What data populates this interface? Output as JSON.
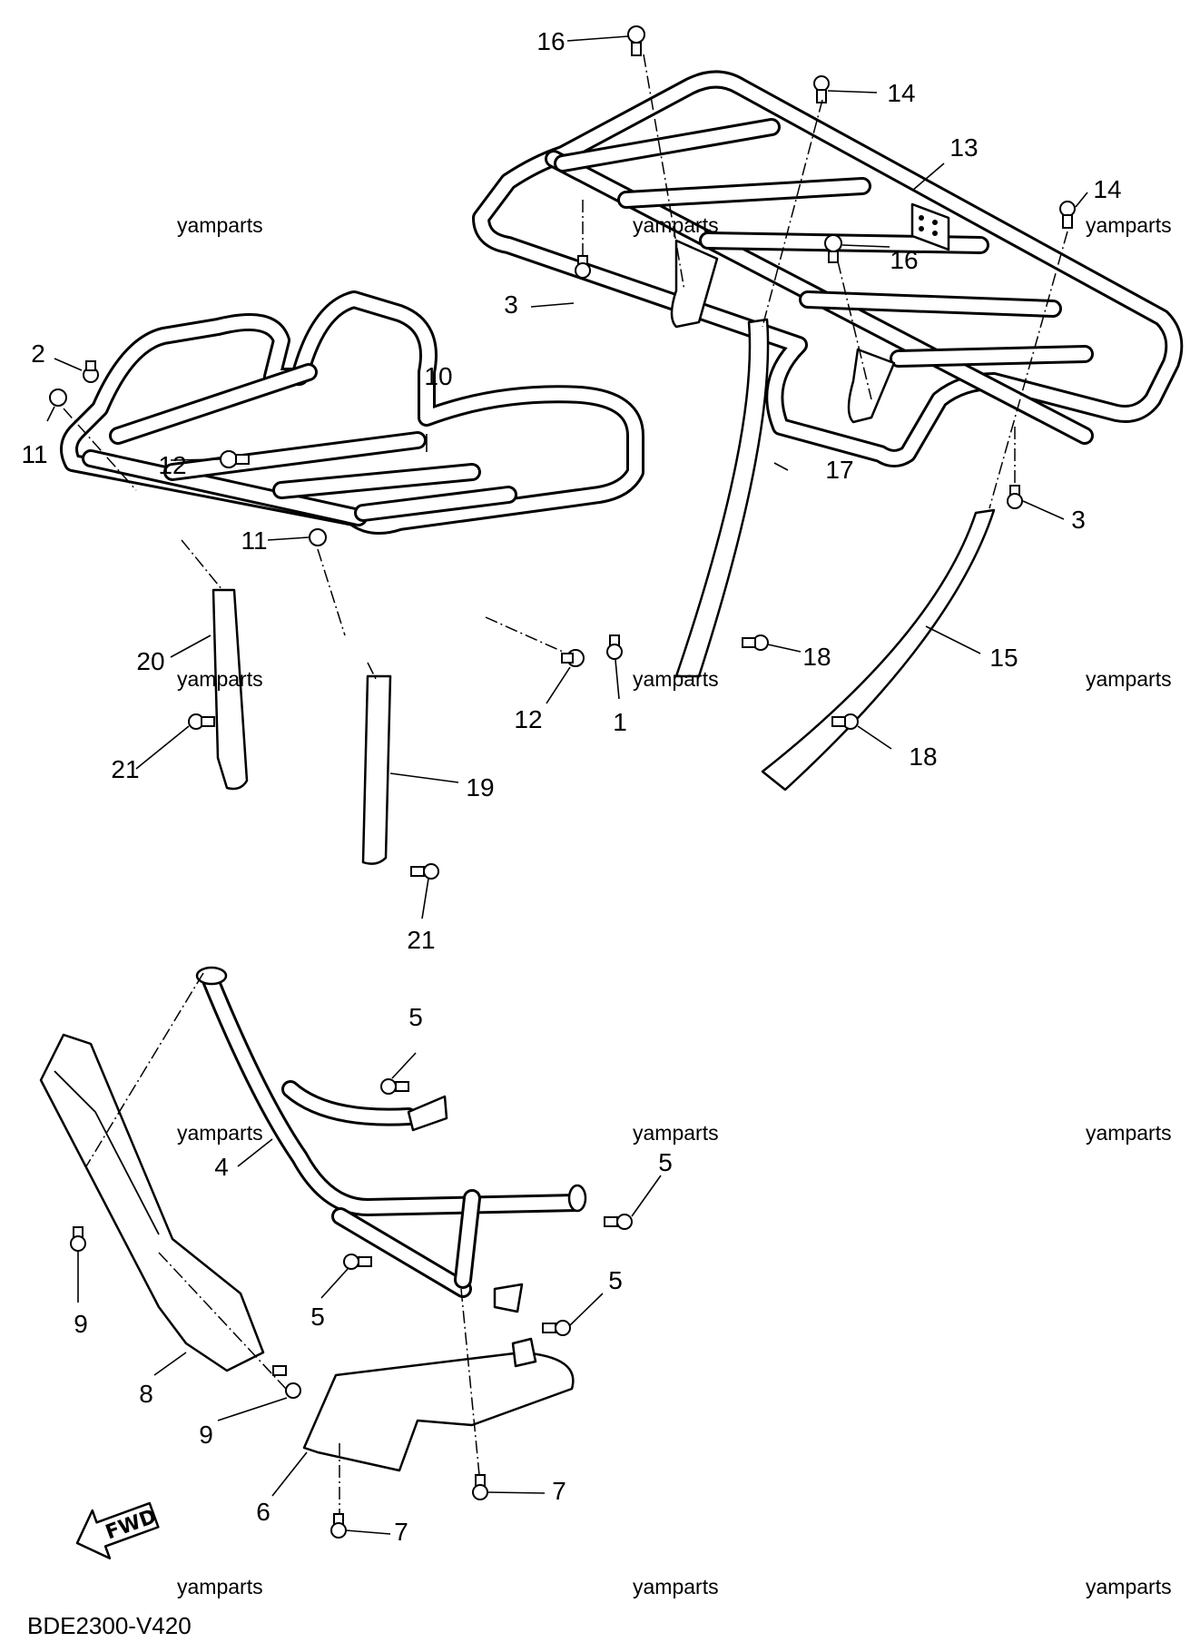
{
  "diagram_code": "BDE2300-V420",
  "watermark": "yamparts",
  "fwd_label": "FWD",
  "callouts": [
    "1",
    "2",
    "3",
    "4",
    "5",
    "6",
    "7",
    "8",
    "9",
    "10",
    "11",
    "12",
    "13",
    "14",
    "15",
    "16",
    "17",
    "18",
    "19",
    "20",
    "21"
  ]
}
